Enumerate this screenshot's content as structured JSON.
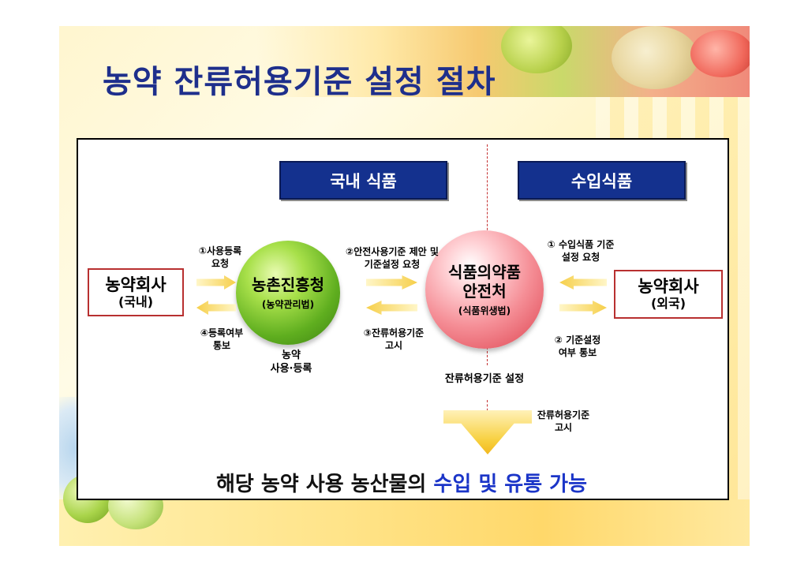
{
  "title": "농약 잔류허용기준 설정 절차",
  "headers": {
    "domestic": "국내 식품",
    "imported": "수입식품"
  },
  "left_company": {
    "name": "농약회사",
    "sub": "(국내)"
  },
  "right_company": {
    "name": "농약회사",
    "sub": "(외국)"
  },
  "rda": {
    "name": "농촌진흥청",
    "law": "(농약관리법)",
    "below_1": "농약",
    "below_2": "사용·등록"
  },
  "mfds": {
    "name_1": "식품의약품",
    "name_2": "안전처",
    "law": "(식품위생법)",
    "below": "잔류허용기준 설정"
  },
  "labels": {
    "step1_line1": "①사용등록",
    "step1_line2": "요청",
    "step4_line1": "④등록여부",
    "step4_line2": "통보",
    "step2_line1": "②안전사용기준 제안 및",
    "step2_line2": "기준설정 요청",
    "step3_line1": "③잔류허용기준",
    "step3_line2": "고시",
    "imp1_line1": "① 수입식품 기준",
    "imp1_line2": "설정 요청",
    "imp2_line1": "② 기준설정",
    "imp2_line2": "여부 통보",
    "notice_line1": "잔류허용기준",
    "notice_line2": "고시"
  },
  "bottom": {
    "part1": "해당 농약 사용 농산물의 ",
    "part2": "수입 및 유통 가능"
  },
  "colors": {
    "title": "#1e2f8c",
    "header_bg": "#14318e",
    "box_border": "#b83030",
    "highlight": "#1b35c8"
  }
}
